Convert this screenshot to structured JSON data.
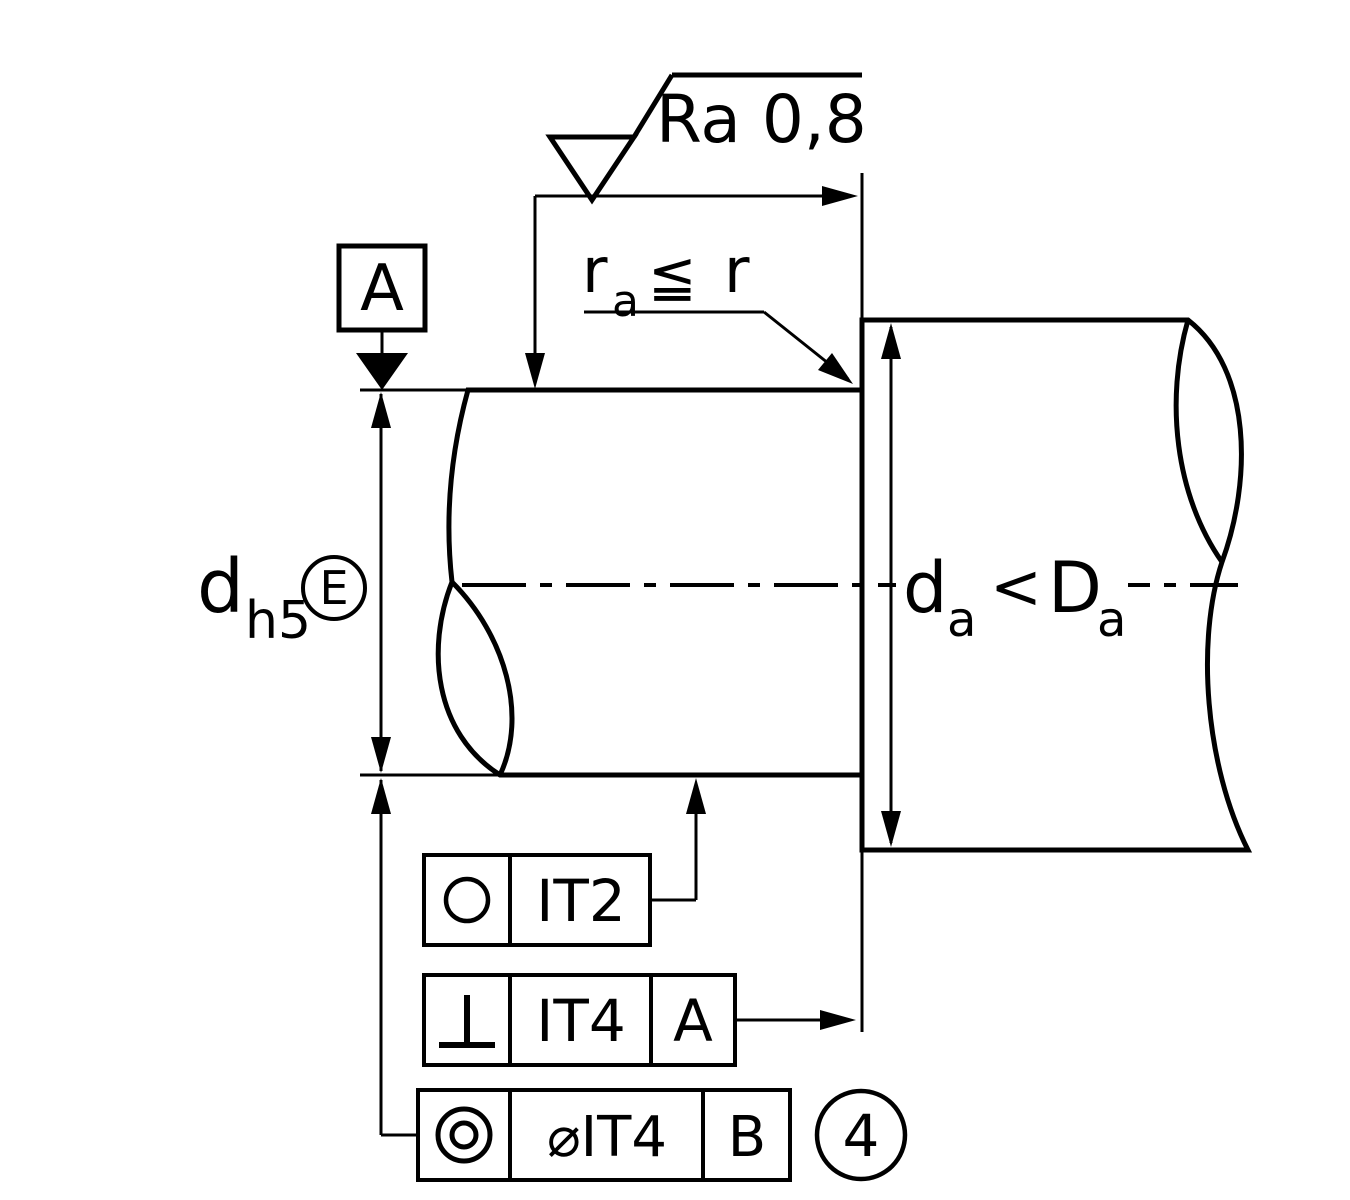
{
  "drawing": {
    "title_hint": "shaft-tolerancing-diagram",
    "surface_roughness": {
      "label": "Ra 0,8"
    },
    "datum_flag": {
      "label": "A"
    },
    "fillet_condition": {
      "r1": "r",
      "sub1": "a",
      "op": "≦",
      "r2": "r"
    },
    "shaft_diameter": {
      "symbol": "d",
      "tolerance": "h5",
      "envelope": "E"
    },
    "abutment": {
      "d": "d",
      "d_sub": "a",
      "op": "<",
      "D": "D",
      "D_sub": "a"
    },
    "frames": [
      {
        "name": "roundness",
        "tolerance": "IT2"
      },
      {
        "name": "perpendicularity",
        "tolerance": "IT4",
        "datum": "A"
      },
      {
        "name": "concentricity",
        "tolerance": "⌀IT4",
        "datum": "B"
      }
    ],
    "balloon": {
      "number": "4"
    },
    "icons": {
      "roundness": "○",
      "perpendicularity": "⊥",
      "concentricity": "◎",
      "surface_finish": "√",
      "diameter": "⌀",
      "datum_triangle": "▼"
    },
    "colors": {
      "line": "#000000",
      "background": "#ffffff",
      "shaft_dark": "#8a8a8a",
      "shaft_mid": "#c8c8c8",
      "shaft_light": "#ffffff"
    }
  }
}
